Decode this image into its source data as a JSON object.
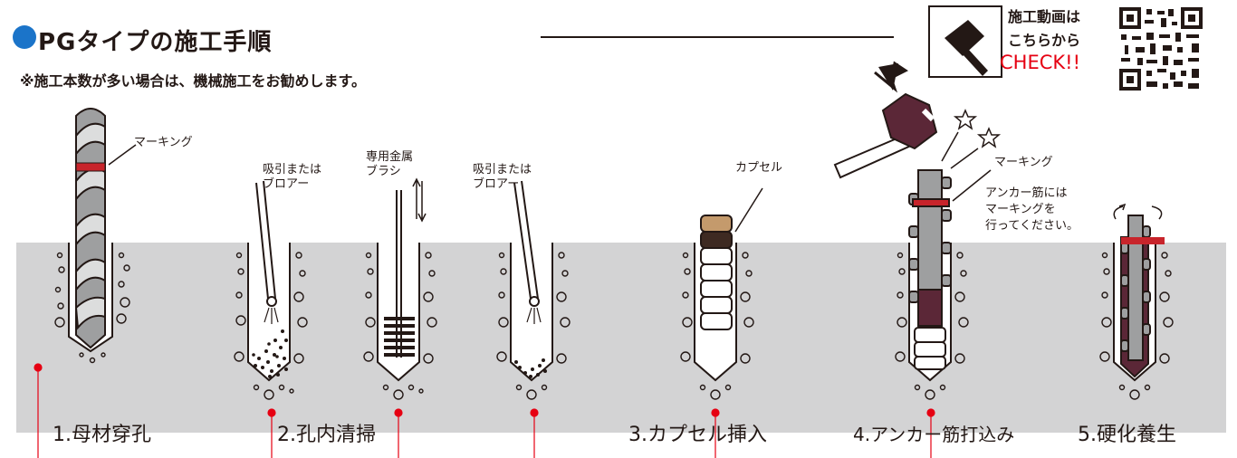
{
  "header": {
    "title": "PGタイプの施工手順",
    "subtitle": "※施工本数が多い場合は、機械施工をお勧めします。",
    "accent_color": "#1b74c9",
    "video_line1": "施工動画は",
    "video_line2": "こちらから",
    "video_cta": "CHECK!!",
    "cta_color": "#e60012"
  },
  "callouts": {
    "marking_1": "マーキング",
    "suction_a_line1": "吸引または",
    "suction_a_line2": "ブロアー",
    "brush_line1": "専用金属",
    "brush_line2": "ブラシ",
    "suction_b_line1": "吸引または",
    "suction_b_line2": "ブロアー",
    "capsule": "カプセル",
    "marking_2": "マーキング",
    "anchor_note_line1": "アンカー筋には",
    "anchor_note_line2": "マーキングを",
    "anchor_note_line3": "行ってください。"
  },
  "steps": [
    {
      "label": "1.母材穿孔"
    },
    {
      "label": "2.孔内清掃"
    },
    {
      "label": "3.カプセル挿入"
    },
    {
      "label": "4.アンカー筋打込み"
    },
    {
      "label": "5.硬化養生"
    }
  ],
  "icons": [
    "hammer-icon",
    "qr-code"
  ],
  "colors": {
    "concrete": "#d3d3d4",
    "marking": "#c8242b",
    "resin": "#5b2737",
    "red_marker": "#e60012"
  }
}
